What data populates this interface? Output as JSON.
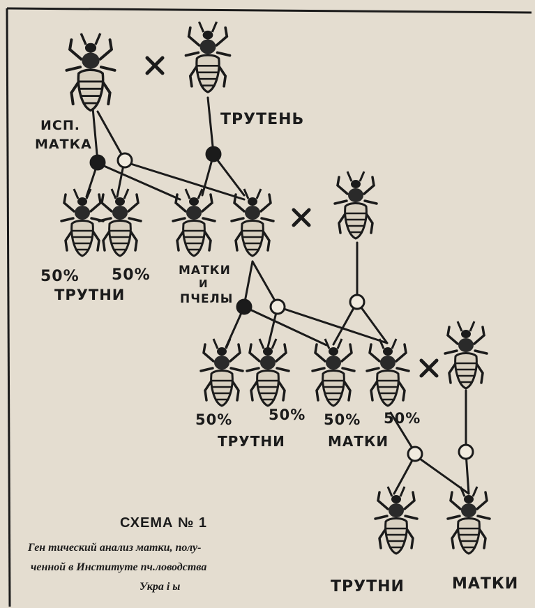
{
  "colors": {
    "paper": "#e4ddd0",
    "ink": "#1b1b1b",
    "insect_body": "#d9d1c1",
    "filled_node": "#1b1b1b",
    "open_node": "#f1ebdf"
  },
  "icons": {
    "bee": "bee-icon",
    "cross": "cross-x-icon",
    "filled_node": "filled-circle-icon",
    "open_node": "open-circle-icon"
  },
  "labels": {
    "tested_queen_line1": "ИСП.",
    "tested_queen_line2": "МАТКА",
    "drone": "ТРУТЕНЬ",
    "gen1_pct_left": "50%",
    "gen1_pct_right": "50%",
    "gen1_drones": "ТРУТНИ",
    "gen1_queens_line1": "МАТКИ",
    "gen1_queens_line2": "И",
    "gen1_queens_line3": "ПЧЕЛЫ",
    "gen2_pct_1": "50%",
    "gen2_pct_2": "50%",
    "gen2_pct_3": "50%",
    "gen2_pct_4": "50%",
    "gen2_drones": "ТРУТНИ",
    "gen2_queens": "МАТКИ",
    "gen3_drones": "ТРУТНИ",
    "gen3_queens": "МАТКИ"
  },
  "caption": {
    "title": "СХЕМА № 1",
    "line1": "Ген тический анализ матки, полу-",
    "line2": "ченной в Институте пч.ловодства",
    "line3": "Укра і ы"
  }
}
